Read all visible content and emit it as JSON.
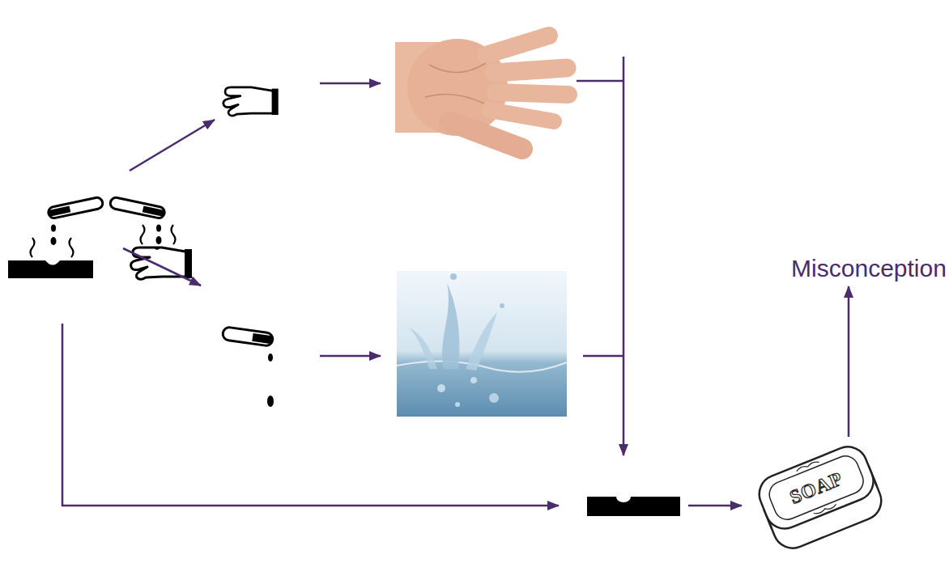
{
  "diagram": {
    "nodes": [
      {
        "text": [
          "Misconception"
        ]
      },
      {
        "text": [
          "SOAP"
        ]
      }
    ],
    "edges": [
      {
        "from": 1,
        "to": 0,
        "arrow": "to"
      }
    ]
  }
}
